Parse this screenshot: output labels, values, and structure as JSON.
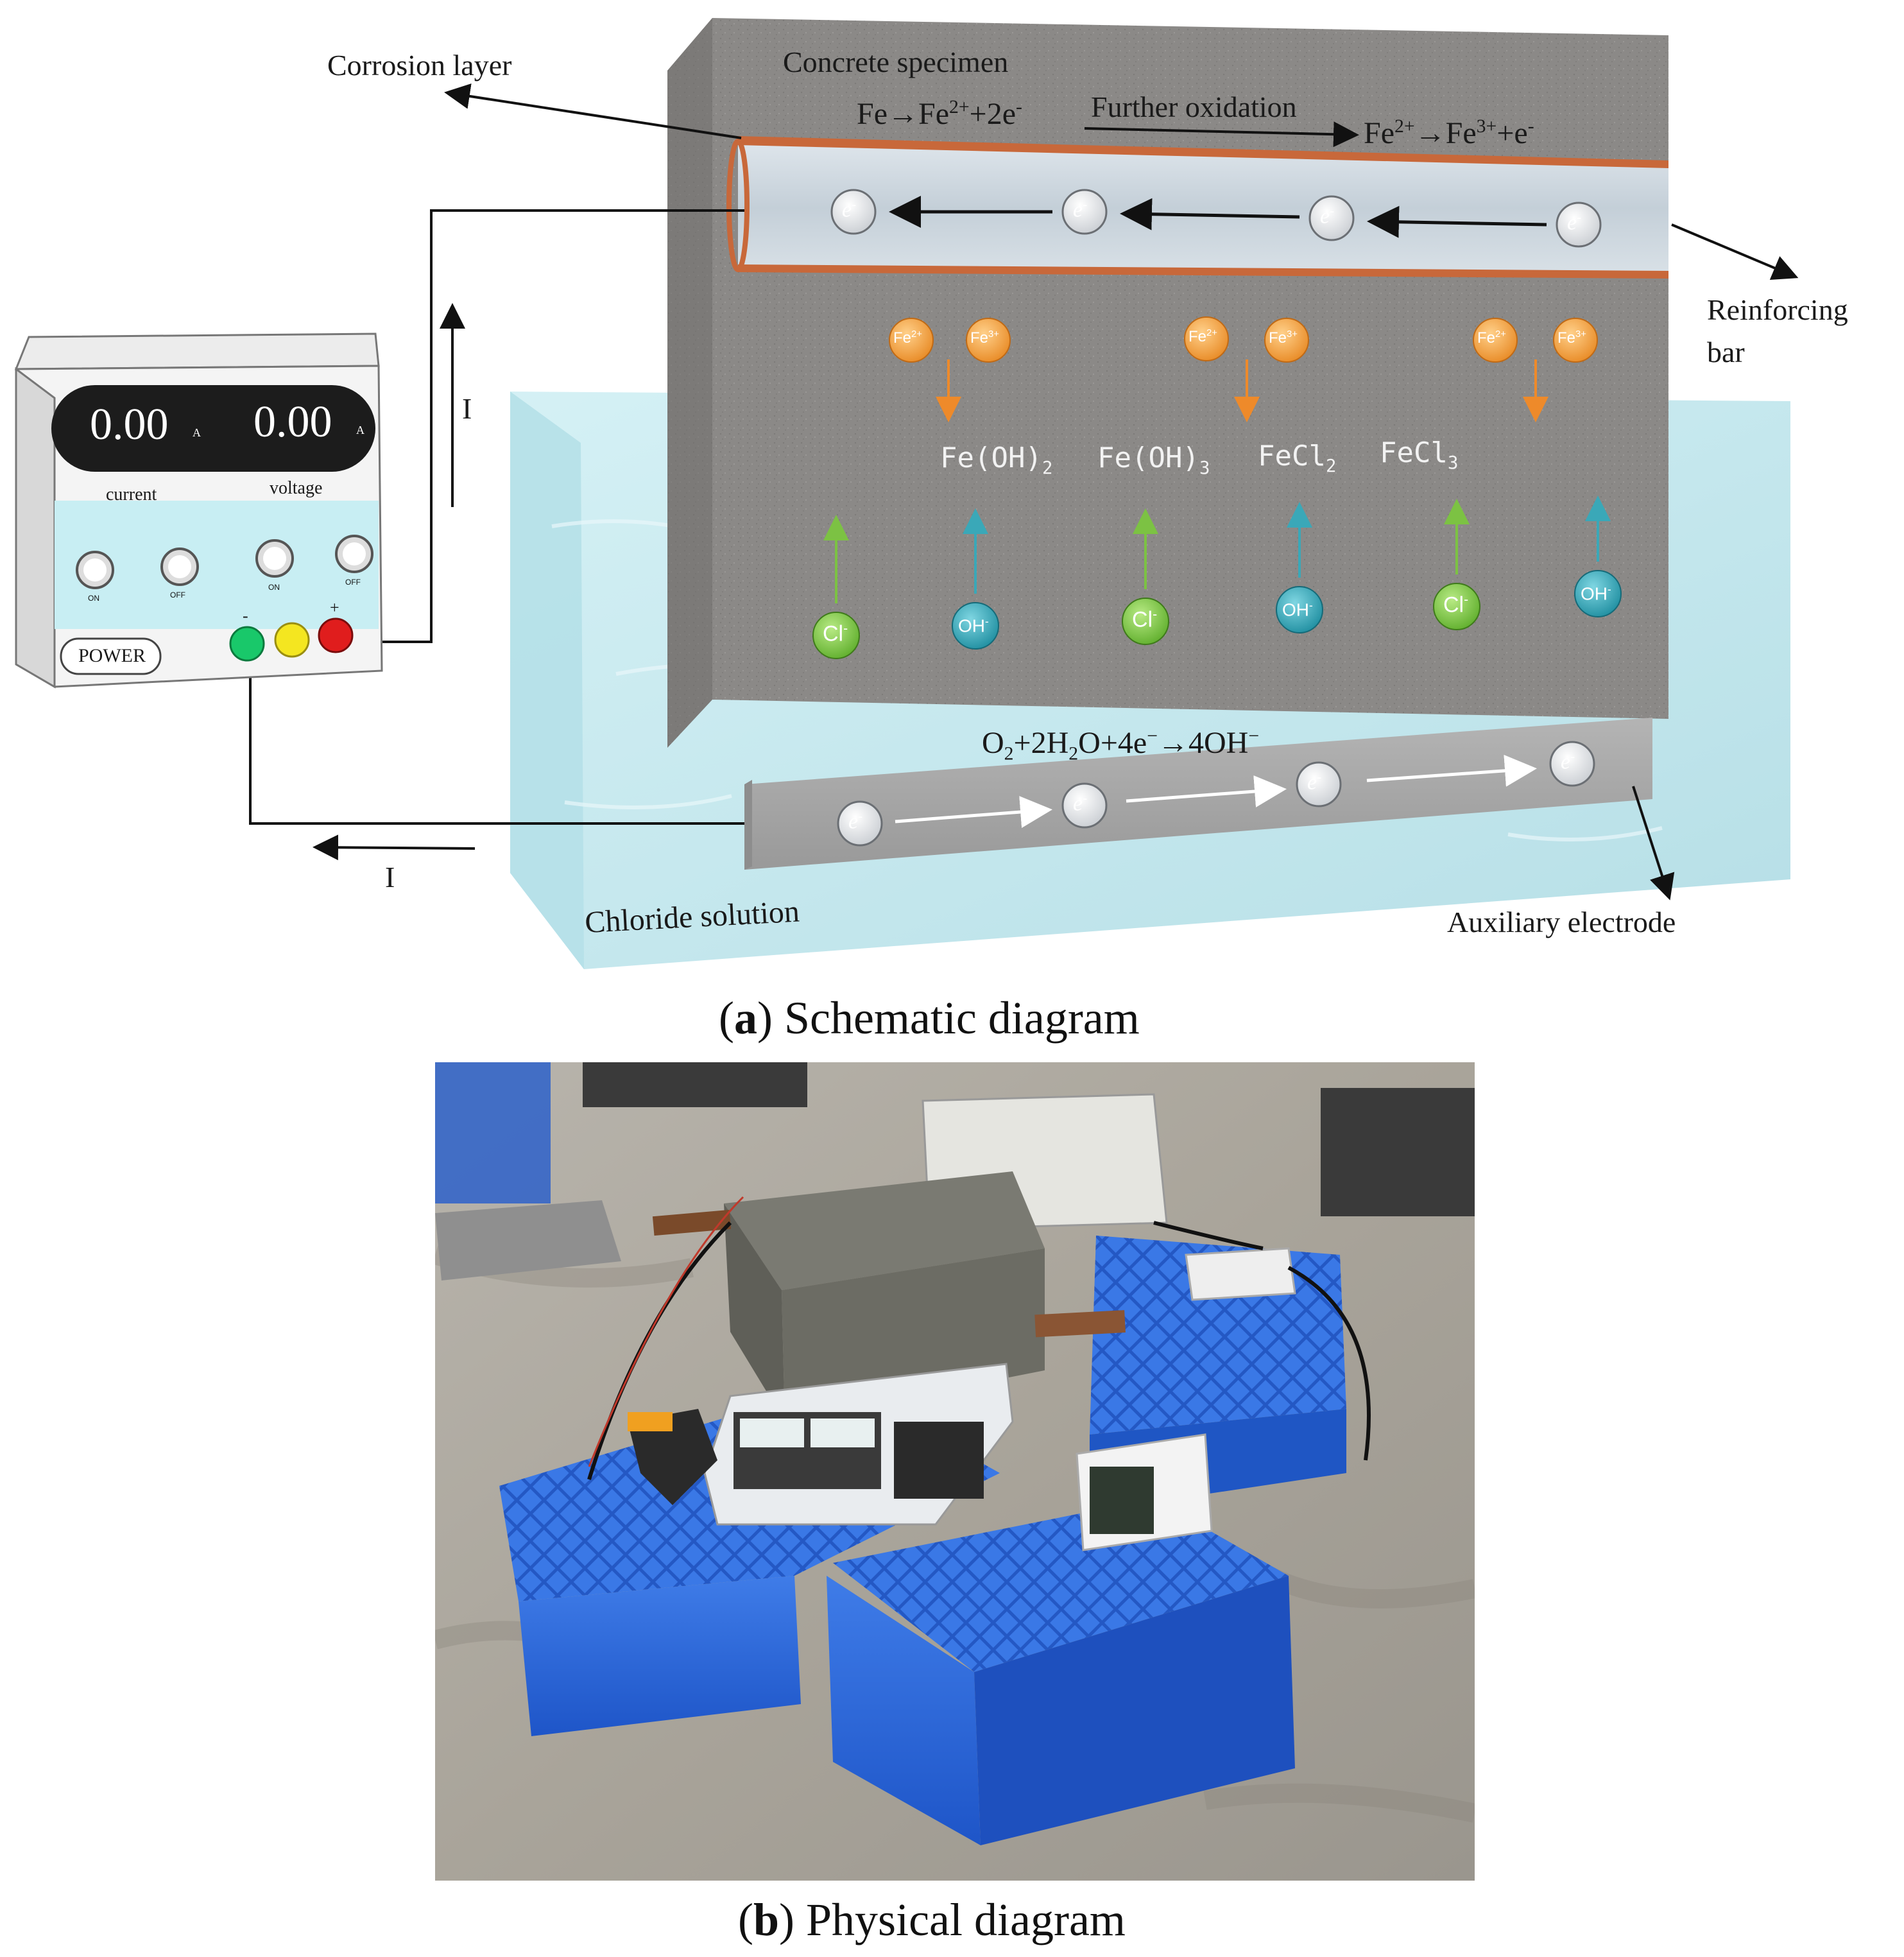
{
  "panel_a": {
    "caption_letter": "a",
    "caption_text": " Schematic diagram",
    "labels": {
      "corrosion_layer": "Corrosion layer",
      "concrete_specimen": "Concrete specimen",
      "reinforcing_bar_line1": "Reinforcing",
      "reinforcing_bar_line2": "bar",
      "chloride_solution": "Chloride solution",
      "auxiliary_electrode": "Auxiliary electrode",
      "further_oxidation": "Further oxidation",
      "current_up": "I",
      "current_left": "I"
    },
    "reactions": {
      "anodic_1": {
        "a": "Fe→Fe",
        "sup1": "2+",
        "b": "+2e",
        "sup2": "-"
      },
      "anodic_2": {
        "a": "Fe",
        "sup1": "2+",
        "b": "→Fe",
        "sup2": "3+",
        "c": "+e",
        "sup3": "-"
      },
      "cathodic": {
        "a": "O",
        "sub1": "2",
        "b": "+2H",
        "sub2": "2",
        "c": "O+4e",
        "sup1": "−",
        "d": "→4OH",
        "sup2": "−"
      }
    },
    "products": [
      {
        "base": "Fe(OH)",
        "sub": "2"
      },
      {
        "base": "Fe(OH)",
        "sub": "3"
      },
      {
        "base": "FeCl",
        "sub": "2"
      },
      {
        "base": "FeCl",
        "sub": "3"
      }
    ],
    "ions": {
      "electron": "e",
      "electron_sup": "-",
      "fe2": "Fe",
      "fe2_sup": "2+",
      "fe3": "Fe",
      "fe3_sup": "3+",
      "cl": "Cl",
      "cl_sup": "-",
      "oh": "OH",
      "oh_sup": "-"
    },
    "power_supply": {
      "current_reading": "0.00",
      "voltage_reading": "0.00",
      "unit_small": "A",
      "current_label": "current",
      "voltage_label": "voltage",
      "on_label": "ON",
      "off_label": "OFF",
      "power_label": "POWER",
      "minus_label": "-",
      "plus_label": "+"
    },
    "colors": {
      "concrete": "#8a8886",
      "water": "#bfe3ea",
      "rebar": "#c9d3da",
      "rust": "#c8683a",
      "fe_ion": "#f0a040",
      "cl_ion": "#7cc243",
      "oh_ion": "#3aa8b8"
    }
  },
  "panel_b": {
    "caption_letter": "b",
    "caption_text": " Physical diagram"
  }
}
